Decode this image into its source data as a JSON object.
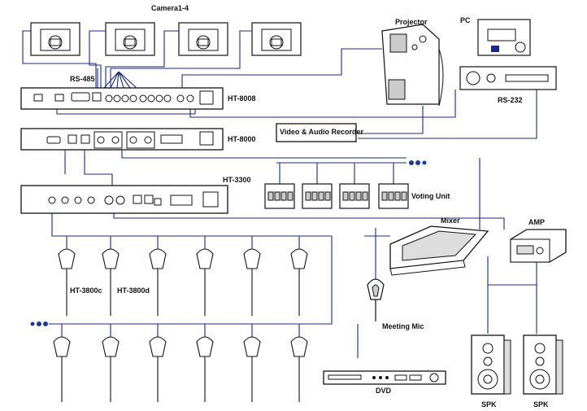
{
  "labels": {
    "cameras": "Camera1-4",
    "rs485": "RS-485",
    "ht8008": "HT-8008",
    "ht8000": "HT-8000",
    "ht3300": "HT-3300",
    "projector": "Projector",
    "pc": "PC",
    "rs232": "RS-232",
    "recorder": "Video & Audio Recorder",
    "voting_unit": "Voting Unit",
    "mixer": "Mixer",
    "amp": "AMP",
    "ht3800c": "HT-3800c",
    "ht3800d": "HT-3800d",
    "meeting_mic": "Meeting Mic",
    "dvd": "DVD",
    "spk_left": "SPK",
    "spk_right": "SPK"
  },
  "colors": {
    "line": "#1a2a8a",
    "outline": "#111111",
    "accent_dot": "#1a3aa0"
  },
  "counts": {
    "cameras": 4,
    "voting_units": 4,
    "mics_per_row": 6,
    "mic_rows": 2,
    "speakers": 2
  }
}
